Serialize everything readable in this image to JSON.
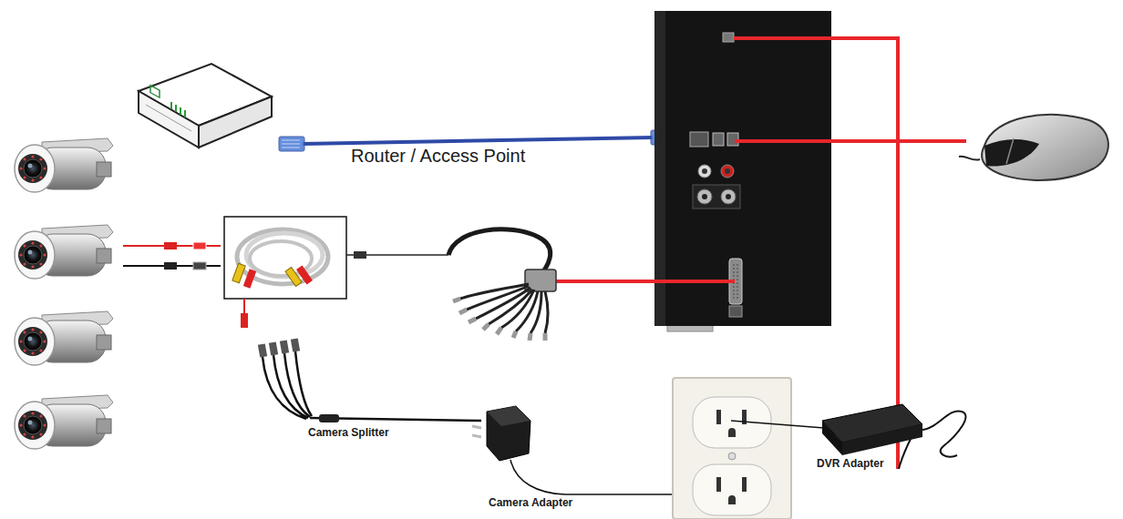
{
  "diagram": {
    "labels": [
      "Router / Access Point",
      "Camera Splitter",
      "Camera Adapter",
      "DVR Adapter"
    ]
  }
}
